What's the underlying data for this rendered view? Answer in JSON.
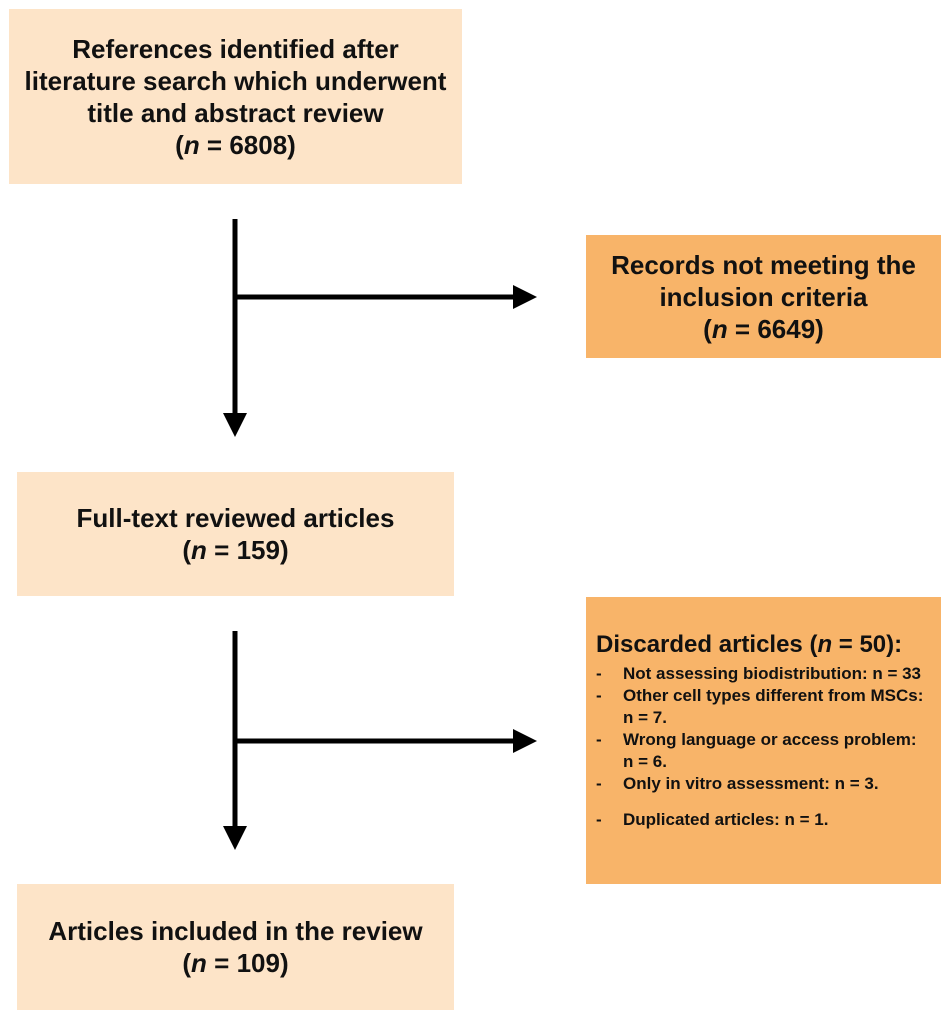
{
  "boxes": {
    "references": {
      "lines": [
        "References identified after",
        "literature search which underwent",
        "title and abstract review"
      ],
      "n_prefix": "(",
      "n_var": "n",
      "n_rest": " = 6808)"
    },
    "not_meeting": {
      "lines": [
        "Records not meeting the",
        "inclusion criteria"
      ],
      "n_prefix": "(",
      "n_var": "n",
      "n_rest": " = 6649)"
    },
    "full_text": {
      "lines": [
        "Full-text reviewed articles"
      ],
      "n_prefix": "(",
      "n_var": "n",
      "n_rest": " = 159)"
    },
    "discarded": {
      "title_prefix": "Discarded articles (",
      "title_var": "n",
      "title_rest": " = 50):",
      "items": [
        "Not assessing biodistribution: n = 33",
        "Other cell types different from MSCs: n = 7.",
        "Wrong language or access problem: n = 6.",
        "Only in vitro assessment: n = 3.",
        "Duplicated articles: n = 1."
      ]
    },
    "included": {
      "lines": [
        "Articles included in the review"
      ],
      "n_prefix": "(",
      "n_var": "n",
      "n_rest": " = 109)"
    }
  },
  "colors": {
    "light_box": "#fde4c8",
    "dark_box": "#f8b469",
    "arrow": "#000000"
  }
}
